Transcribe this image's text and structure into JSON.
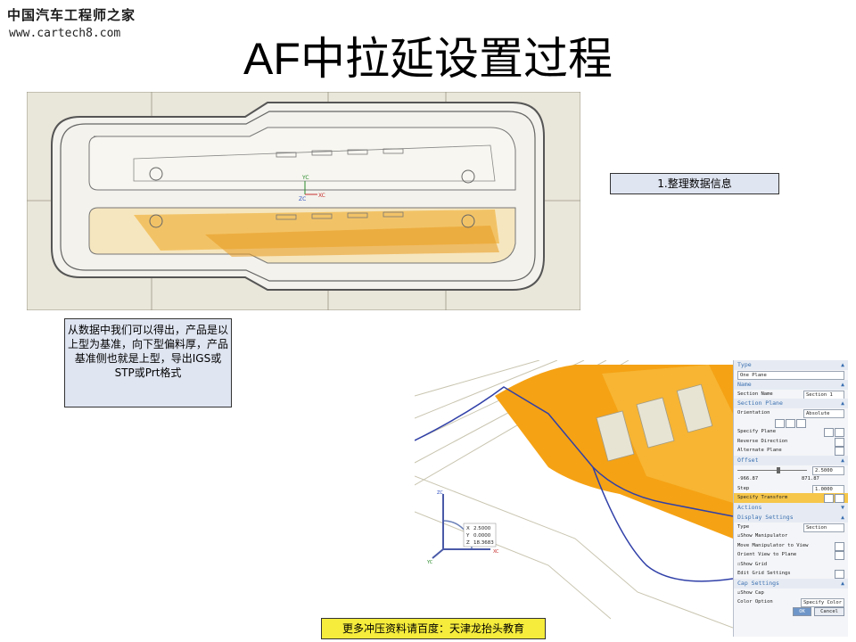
{
  "logo": {
    "cn": "中国汽车工程师之家",
    "url": "www.cartech8.com"
  },
  "title": "AF中拉延设置过程",
  "step_label": "1.整理数据信息",
  "note_text": "从数据中我们可以得出，产品是以上型为基准，向下型偏料厚，产品基准侧也就是上型，导出IGS或STP或Prt格式",
  "footer_text": "更多冲压资料请百度：天津龙抬头教育",
  "cad_top": {
    "axis_labels": {
      "yc": "YC",
      "xc": "XC",
      "zc": "ZC"
    }
  },
  "cad_bottom": {
    "triad": {
      "x_label": "X",
      "x_value": "2.5000",
      "y_label": "Y",
      "y_value": "0.0000",
      "z_label": "Z",
      "z_value": "18.3683",
      "axis_x": "XC",
      "axis_y": "YC",
      "axis_z": "ZC"
    }
  },
  "panel": {
    "type_header": "Type",
    "type_value": "One Plane",
    "name_header": "Name",
    "section_name_label": "Section Name",
    "section_name_value": "Section 1",
    "section_plane_header": "Section Plane",
    "orientation_label": "Orientation",
    "orientation_value": "Absolute",
    "specify_plane_label": "Specify Plane",
    "reverse_direction_label": "Reverse Direction",
    "alternate_plane_label": "Alternate Plane",
    "offset_header": "Offset",
    "offset_min": "-966.87",
    "offset_max": "871.87",
    "offset_value": "2.5000",
    "step_label": "Step",
    "step_value": "1.0000",
    "specify_transform_label": "Specify Transform",
    "actions_header": "Actions",
    "display_settings_header": "Display Settings",
    "display_type_label": "Type",
    "display_type_value": "Section",
    "show_manipulator_label": "Show Manipulator",
    "move_manipulator_label": "Move Manipulator to View",
    "orient_view_label": "Orient View to Plane",
    "show_grid_label": "Show Grid",
    "edit_grid_label": "Edit Grid Settings",
    "cap_settings_header": "Cap Settings",
    "show_cap_label": "Show Cap",
    "color_option_label": "Color Option",
    "color_option_value": "Specify Color",
    "ok_label": "OK",
    "cancel_label": "Cancel"
  },
  "colors": {
    "accent_orange": "#f0a020",
    "panel_header": "#3a6fb0",
    "note_bg": "#dfe5f1",
    "footer_bg": "#f5ec3c"
  }
}
